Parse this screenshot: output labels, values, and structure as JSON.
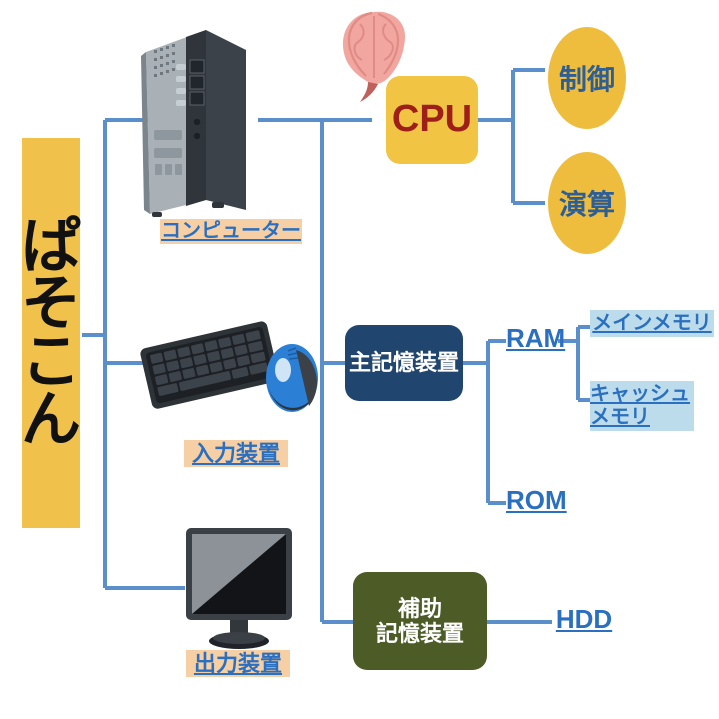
{
  "diagram": {
    "title": "ぱそこん",
    "type": "tree",
    "root": {
      "label": "ぱそこん",
      "chars": [
        "ぱ",
        "そ",
        "こ",
        "ん"
      ],
      "band_color": "#f0c14b",
      "text_color": "#111111"
    },
    "level1": [
      {
        "label": "コンピューター",
        "icon": "desktop-tower-icon",
        "highlight": "#f6cfa4",
        "text_color": "#2a6fc0"
      },
      {
        "label": "入力装置",
        "icon": "keyboard-mouse-icon",
        "highlight": "#f6cfa4",
        "text_color": "#2a6fc0"
      },
      {
        "label": "出力装置",
        "icon": "monitor-icon",
        "highlight": "#f6cfa4",
        "text_color": "#2a6fc0"
      }
    ],
    "level2": [
      {
        "label": "CPU",
        "shape": "rounded-box",
        "fill": "#f2c443",
        "text_color": "#9e1f18",
        "icon": "brain-icon"
      },
      {
        "label": "主記憶装置",
        "shape": "rounded-box",
        "fill": "#20456e",
        "text_color": "#ffffff"
      },
      {
        "label_line1": "補助",
        "label_line2": "記憶装置",
        "shape": "rounded-box",
        "fill": "#4d5c27",
        "text_color": "#ffffff"
      }
    ],
    "cpu_children": [
      {
        "label": "制御",
        "shape": "ellipse",
        "fill": "#efbd3d",
        "text_color": "#2d5f96"
      },
      {
        "label": "演算",
        "shape": "ellipse",
        "fill": "#efbd3d",
        "text_color": "#2d5f96"
      }
    ],
    "memory_children": [
      {
        "label": "RAM",
        "text_color": "#2a6fc0",
        "highlight": "none"
      },
      {
        "label": "ROM",
        "text_color": "#2a6fc0",
        "highlight": "none"
      }
    ],
    "ram_children": [
      {
        "label": "メインメモリ",
        "text_color": "#2a6fc0",
        "highlight": "#bcdcec"
      },
      {
        "label_line1": "キャッシュ",
        "label_line2": "メモリ",
        "text_color": "#2a6fc0",
        "highlight": "#bcdcec"
      }
    ],
    "aux_children": [
      {
        "label": "HDD",
        "text_color": "#2a6fc0",
        "highlight": "none"
      }
    ],
    "connector_color": "#5b8fcb",
    "background": "#ffffff"
  }
}
